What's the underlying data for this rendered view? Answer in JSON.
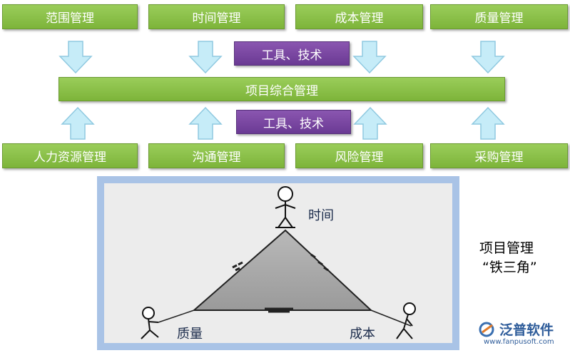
{
  "top_boxes": [
    "范围管理",
    "时间管理",
    "成本管理",
    "质量管理"
  ],
  "bottom_boxes": [
    "人力资源管理",
    "沟通管理",
    "风险管理",
    "采购管理"
  ],
  "tools_label_top": "工具、技术",
  "tools_label_bottom": "工具、技术",
  "center_bar": "项目综合管理",
  "triangle": {
    "top_label": "时间",
    "left_label": "质量",
    "right_label": "成本"
  },
  "side_caption": {
    "line1": "项目管理",
    "line2": "“铁三角”"
  },
  "logo": {
    "name": "泛普软件",
    "url": "www.fanpusoft.com"
  },
  "colors": {
    "green": "#8cc152",
    "purple": "#7a48a2",
    "arrow_fill": "#c6ecf8",
    "frame": "#a9c3e6"
  }
}
